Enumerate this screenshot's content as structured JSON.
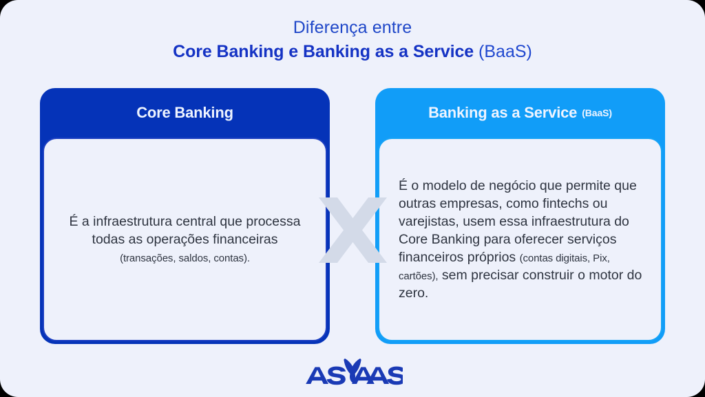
{
  "page": {
    "background_color": "#eef1fb",
    "title": {
      "line1": "Diferença entre",
      "line2_strong": "Core Banking e Banking as a Service",
      "line2_suffix": "(BaaS)",
      "color_strong": "#1533c4",
      "color_light": "#1f47c8"
    }
  },
  "comparison": {
    "separator_symbol": "X",
    "separator_color": "#d3dae8",
    "cards": [
      {
        "id": "core-banking",
        "header_title": "Core Banking",
        "header_subtitle": "",
        "header_color": "#0533b8",
        "border_color": "#1c3fc1",
        "body_main": "É a infraestrutura central que processa todas as operações financeiras",
        "body_note": "(transações, saldos, contas).",
        "align": "center"
      },
      {
        "id": "banking-as-a-service",
        "header_title": "Banking as a Service",
        "header_subtitle": "(BaaS)",
        "header_color": "#119df8",
        "border_color": "#16a3f6",
        "body_part1": "É o modelo de negócio que permite que outras empresas, como fintechs ou varejistas, usem essa infraestrutura do Core Banking para oferecer serviços financeiros próprios ",
        "body_note": "(contas digitais, Pix, cartões),",
        "body_part2": " sem precisar construir o motor do zero.",
        "align": "left"
      }
    ]
  },
  "footer": {
    "logo_text": "ASAAS",
    "logo_color": "#1a3ab5",
    "logo_icon": "butterfly-wings-icon"
  }
}
